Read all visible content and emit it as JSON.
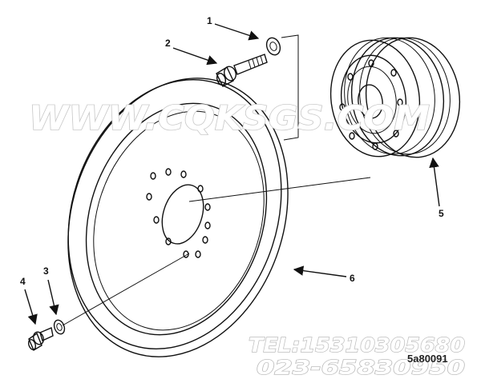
{
  "watermark": {
    "site": "WWW.CQKSGS.COM",
    "tel": "TEL:15310305680",
    "phone": "023-65830950"
  },
  "figure_code": "5a80091",
  "callouts": [
    {
      "id": "1",
      "label": "1"
    },
    {
      "id": "2",
      "label": "2"
    },
    {
      "id": "3",
      "label": "3"
    },
    {
      "id": "4",
      "label": "4"
    },
    {
      "id": "5",
      "label": "5"
    },
    {
      "id": "6",
      "label": "6"
    }
  ]
}
